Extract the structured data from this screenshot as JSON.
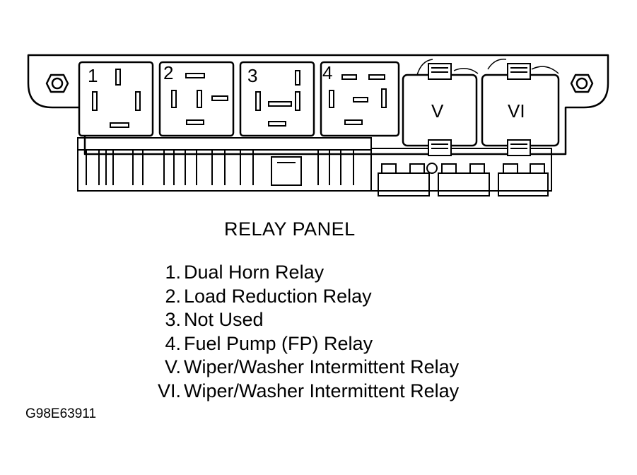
{
  "diagram": {
    "title": "RELAY PANEL",
    "figure_id": "G98E63911",
    "slot_labels": [
      "1",
      "2",
      "3",
      "4",
      "V",
      "VI"
    ],
    "legend": [
      {
        "num": "1.",
        "text": "Dual Horn Relay"
      },
      {
        "num": "2.",
        "text": "Load Reduction Relay"
      },
      {
        "num": "3.",
        "text": "Not Used"
      },
      {
        "num": "4.",
        "text": "Fuel Pump (FP) Relay"
      },
      {
        "num": "V.",
        "text": "Wiper/Washer Intermittent Relay"
      },
      {
        "num": "VI.",
        "text": "Wiper/Washer Intermittent Relay"
      }
    ]
  }
}
